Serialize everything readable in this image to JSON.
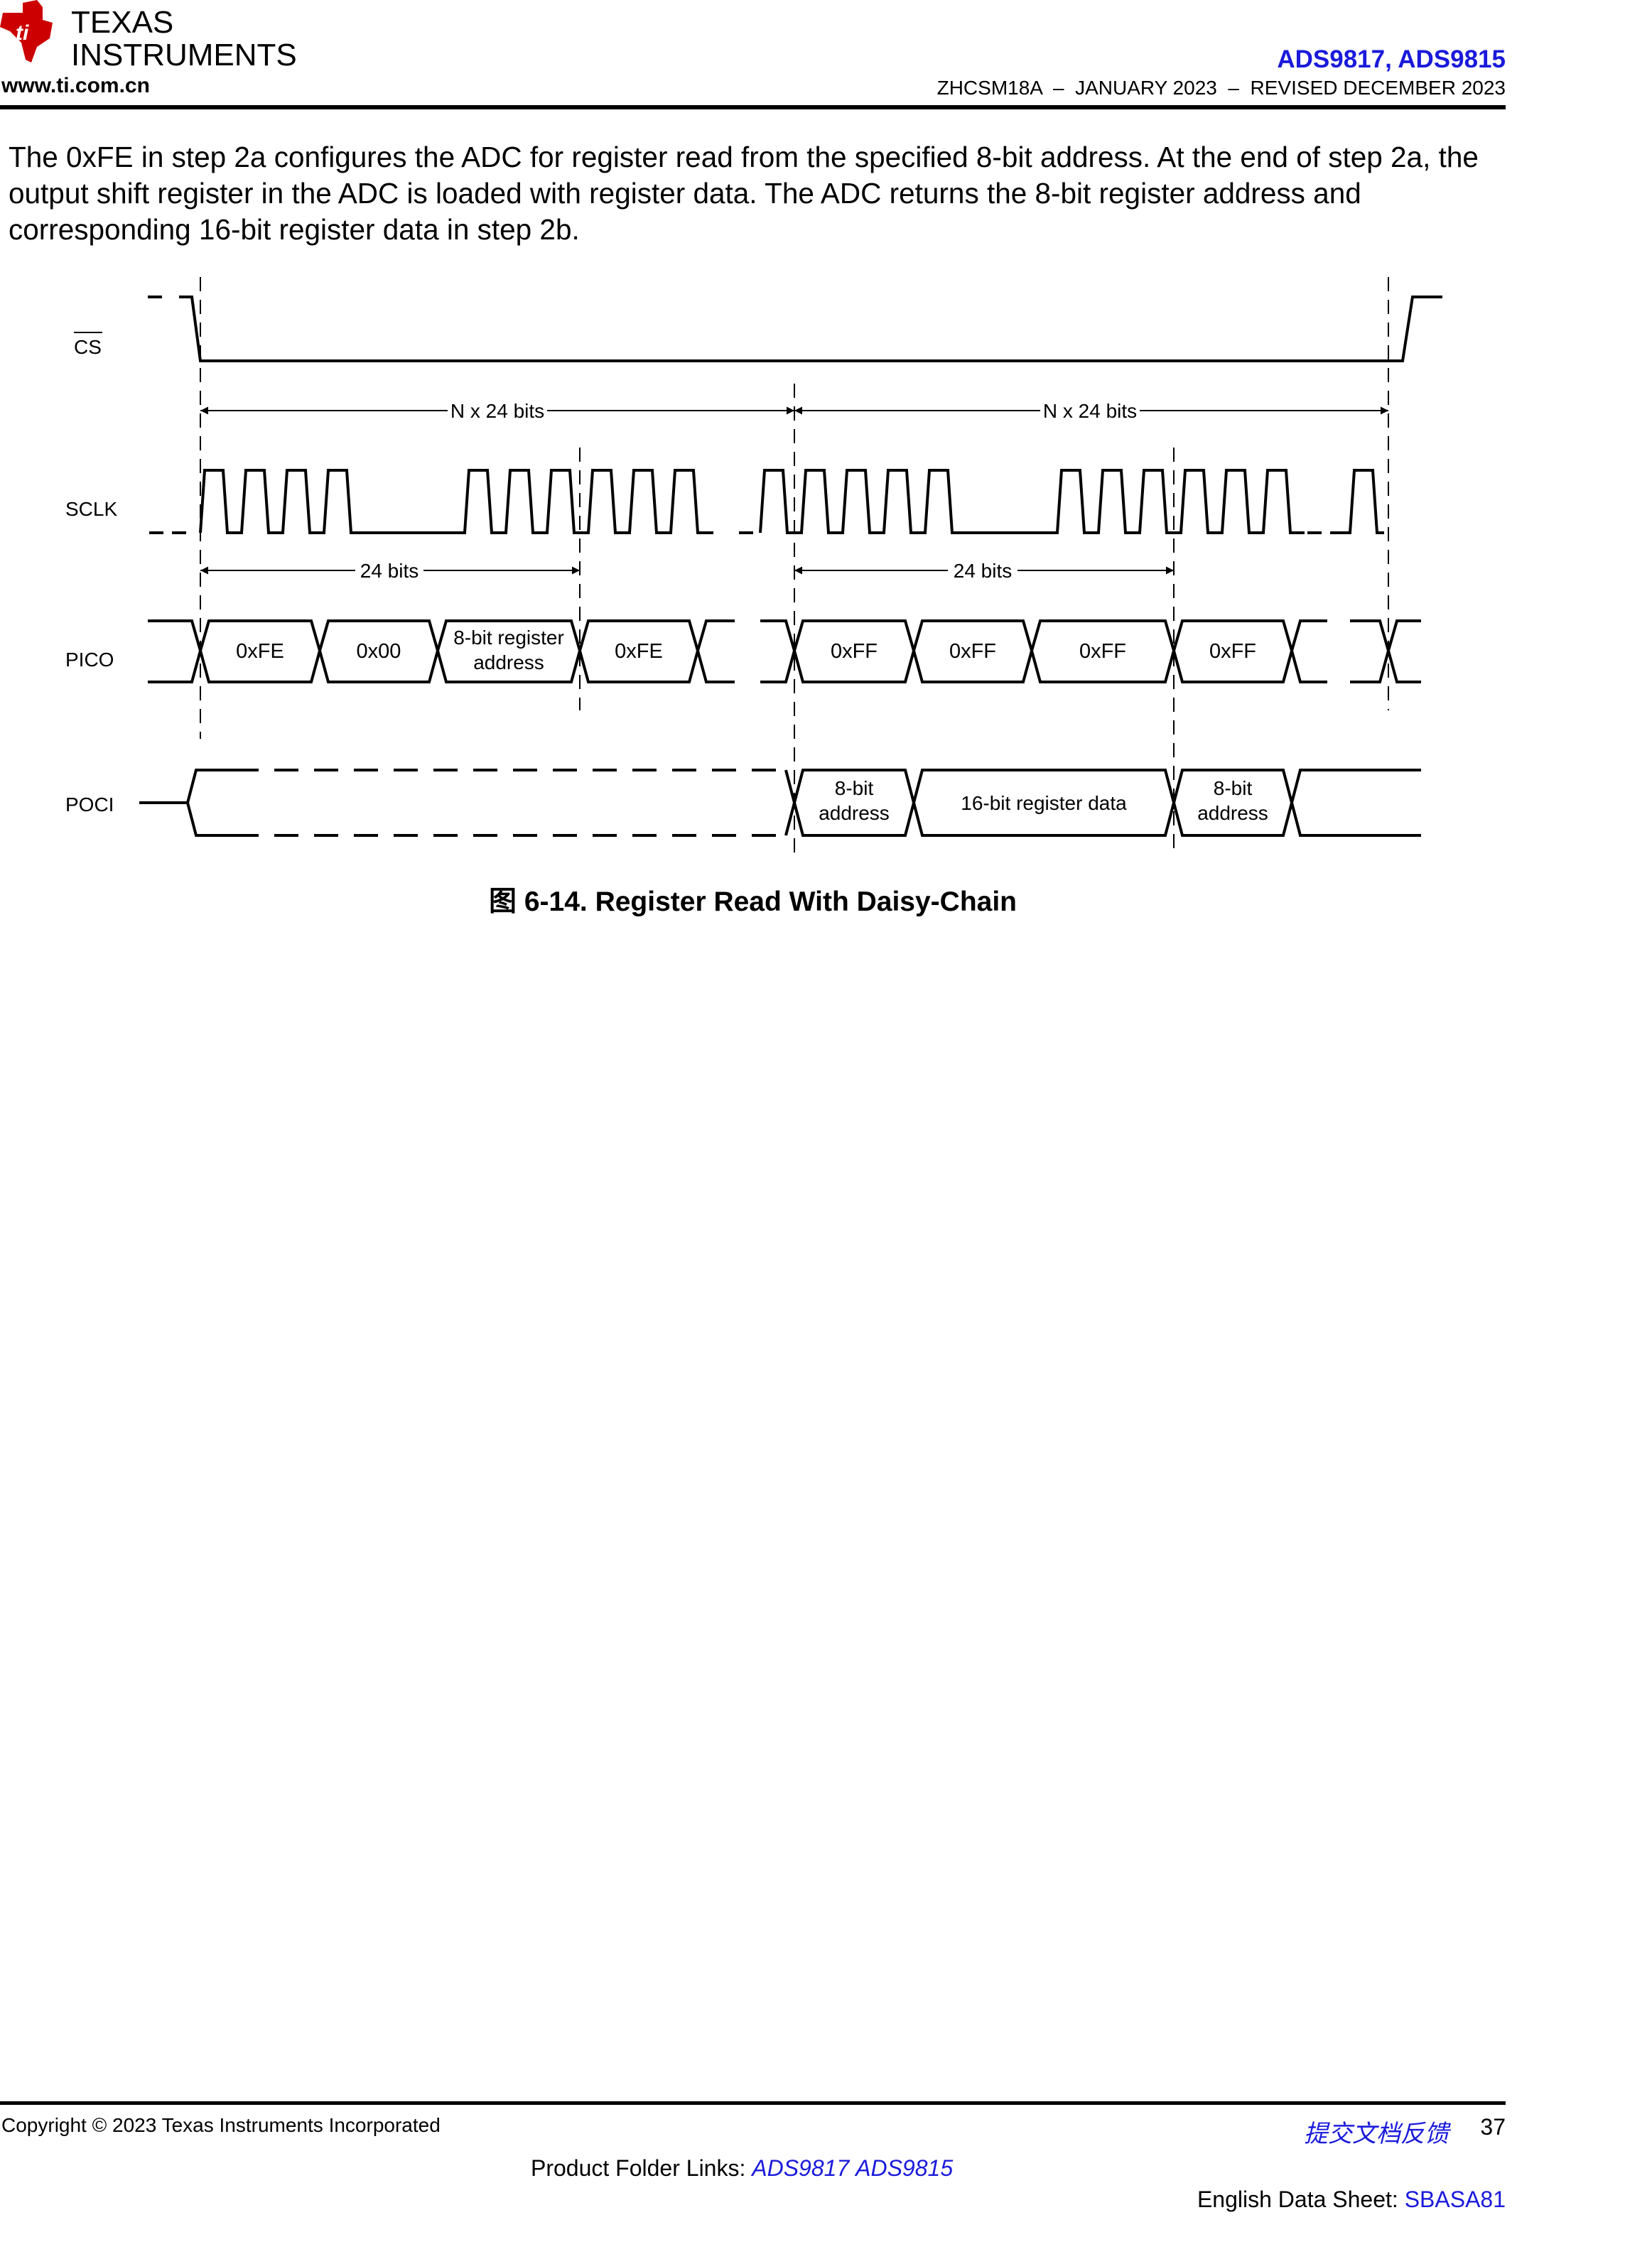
{
  "header": {
    "logo_line1": "TEXAS",
    "logo_line2": "INSTRUMENTS",
    "site_url": "www.ti.com.cn",
    "doc_title": "ADS9817, ADS9815",
    "doc_meta": "ZHCSM18A  –  JANUARY 2023  –  REVISED DECEMBER 2023"
  },
  "body": {
    "paragraph": "The 0xFE in step 2a configures the ADC for register read from the specified 8-bit address. At the end of step 2a, the output shift register in the ADC is loaded with register data. The ADC returns the 8-bit register address and corresponding 16-bit register data in step 2b."
  },
  "diagram": {
    "signals": {
      "cs": "CS",
      "sclk": "SCLK",
      "pico": "PICO",
      "poci": "POCI"
    },
    "spans": {
      "frame_left": "N x 24 bits",
      "frame_right": "N x 24 bits",
      "word_left": "24 bits",
      "word_right": "24 bits"
    },
    "pico_cells": {
      "c1": "0xFE",
      "c2": "0x00",
      "c3_line1": "8-bit register",
      "c3_line2": "address",
      "c4": "0xFE",
      "c5": "0xFF",
      "c6": "0xFF",
      "c7": "0xFF",
      "c8": "0xFF"
    },
    "poci_cells": {
      "addr1_line1": "8-bit",
      "addr1_line2": "address",
      "data": "16-bit register data",
      "addr2_line1": "8-bit",
      "addr2_line2": "address"
    }
  },
  "figure": {
    "caption": "图 6-14. Register Read With Daisy-Chain"
  },
  "footer": {
    "copyright": "Copyright © 2023 Texas Instruments Incorporated",
    "feedback": "提交文档反馈",
    "page_number": "37",
    "product_links_label": "Product Folder Links: ",
    "product_link_1": "ADS9817",
    "product_link_2": "ADS9815",
    "english_label": "English Data Sheet: ",
    "english_link": "SBASA81"
  },
  "colors": {
    "link_blue": "#1a1adb",
    "logo_red": "#cc0000"
  }
}
